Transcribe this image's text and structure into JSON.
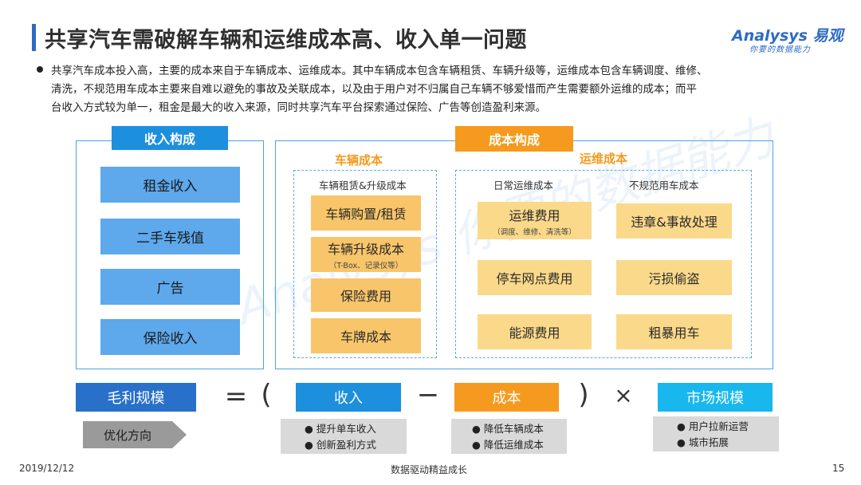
{
  "title": "共享汽车需破解车辆和运维成本高、收入单一问题",
  "logo": {
    "brand": "Analysys 易观",
    "slogan": "你要的数据能力"
  },
  "watermark": "Analysys 你要的数据能力",
  "intro": {
    "lines": [
      "共享汽车成本投入高，主要的成本来自于车辆成本、运维成本。其中车辆成本包含车辆租赁、车辆升级等，运维成本包含车辆调度、维修、",
      "清洗，不规范用车成本主要来自难以避免的事故及关联成本，以及由于用户对不归属自己车辆不够爱惜而产生需要额外运维的成本；而平",
      "台收入方式较为单一，租金是最大的收入来源，同时共享汽车平台探索通过保险、广告等创造盈利来源。"
    ]
  },
  "income": {
    "header": "收入构成",
    "items": [
      "租金收入",
      "二手车残值",
      "广告",
      "保险收入"
    ]
  },
  "cost": {
    "header": "成本构成",
    "vehicle": {
      "title": "车辆成本",
      "subtitle": "车辆租赁&升级成本",
      "items": [
        {
          "label": "车辆购置/租赁",
          "note": ""
        },
        {
          "label": "车辆升级成本",
          "note": "（T-Box、记录仪等）"
        },
        {
          "label": "保险费用",
          "note": ""
        },
        {
          "label": "车牌成本",
          "note": ""
        }
      ]
    },
    "ops": {
      "title": "运维成本",
      "daily": {
        "subtitle": "日常运维成本",
        "items": [
          {
            "label": "运维费用",
            "note": "（调度、维修、清洗等）"
          },
          {
            "label": "停车网点费用",
            "note": ""
          },
          {
            "label": "能源费用",
            "note": ""
          }
        ]
      },
      "irregular": {
        "subtitle": "不规范用车成本",
        "items": [
          "违章&事故处理",
          "污损偷盗",
          "粗暴用车"
        ]
      }
    }
  },
  "formula": {
    "gross": "毛利规模",
    "equals": "=",
    "lparen": "(",
    "income": "收入",
    "minus": "−",
    "cost": "成本",
    "rparen": ")",
    "times": "×",
    "market": "市场规模",
    "direction": "优化方向",
    "income_tips": [
      "提升单车收入",
      "创新盈利方式"
    ],
    "cost_tips": [
      "降低车辆成本",
      "降低运维成本"
    ],
    "market_tips": [
      "用户拉新运营",
      "城市拓展"
    ]
  },
  "colors": {
    "blue": "#1c8fdd",
    "orange": "#f59a1e",
    "light_blue": "#5ea8ec",
    "orange_light": "#f8c56a"
  },
  "footer": {
    "date": "2019/12/12",
    "center": "数据驱动精益成长",
    "page": "15"
  }
}
